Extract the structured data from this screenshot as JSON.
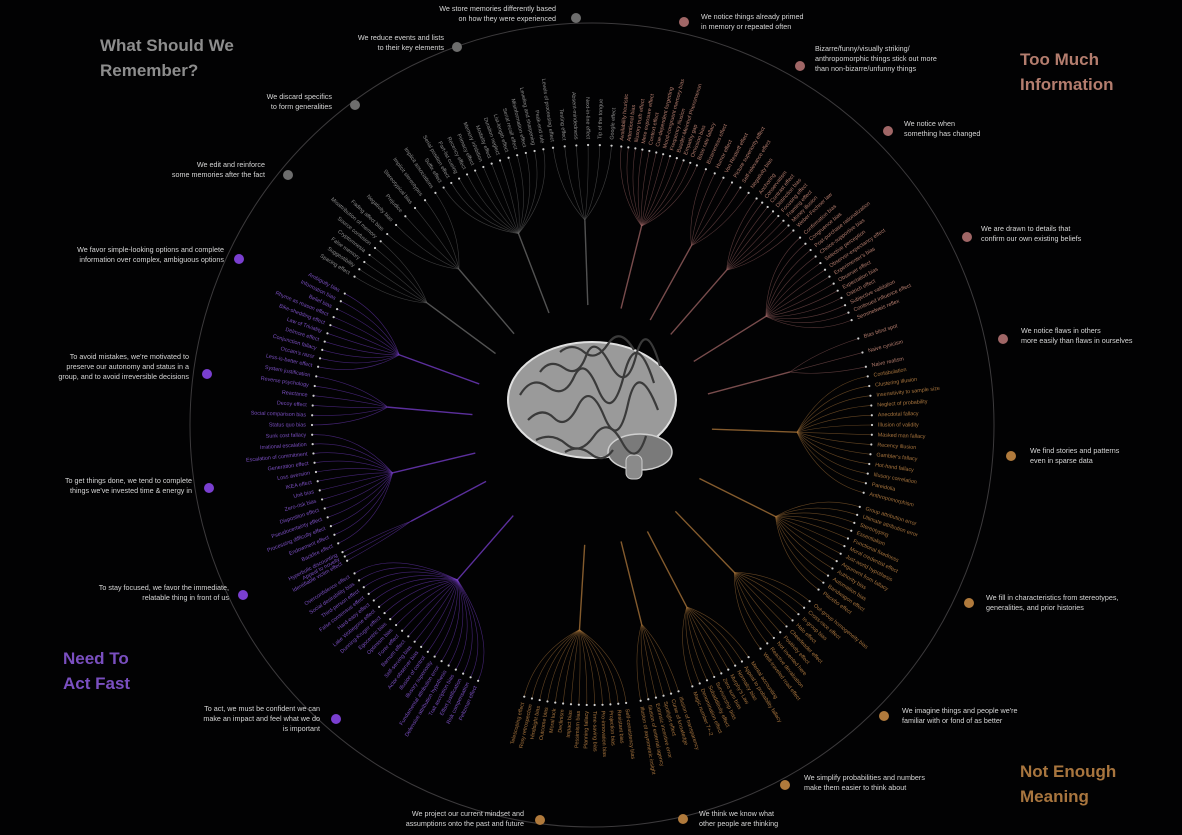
{
  "quadrants": {
    "remember": {
      "title": "What Should We\nRemember?",
      "color": "#6d6d6d",
      "text_color": "#8d8d8d"
    },
    "too_much": {
      "title": "Too Much\nInformation",
      "color": "#a06666",
      "text_color": "#b47d6e"
    },
    "act_fast": {
      "title": "Need To\nAct Fast",
      "color": "#7a3fd0",
      "text_color": "#7a4fc0"
    },
    "meaning": {
      "title": "Not Enough\nMeaning",
      "color": "#b07a3c",
      "text_color": "#a8753e"
    }
  },
  "annotations": [
    {
      "id": "store-memories",
      "group": "remember",
      "text": "We store memories differently based\non how they were experienced"
    },
    {
      "id": "reduce-events",
      "group": "remember",
      "text": "We reduce events and lists\nto their key elements"
    },
    {
      "id": "discard-specifics",
      "group": "remember",
      "text": "We discard specifics\nto form generalities"
    },
    {
      "id": "edit-memories",
      "group": "remember",
      "text": "We edit and reinforce\nsome memories after the fact"
    },
    {
      "id": "primed",
      "group": "too_much",
      "text": "We notice things already primed\nin memory or repeated often"
    },
    {
      "id": "bizarre",
      "group": "too_much",
      "text": "Bizarre/funny/visually striking/\nanthropomorphic things stick out more\nthan non-bizarre/unfunny things"
    },
    {
      "id": "changed",
      "group": "too_much",
      "text": "We notice when\nsomething has changed"
    },
    {
      "id": "confirm-beliefs",
      "group": "too_much",
      "text": "We are drawn to details that\nconfirm our own existing beliefs"
    },
    {
      "id": "flaws",
      "group": "too_much",
      "text": "We notice flaws in others\nmore easily than flaws in ourselves"
    },
    {
      "id": "stories",
      "group": "meaning",
      "text": "We find stories and patterns\neven in sparse data"
    },
    {
      "id": "stereotypes",
      "group": "meaning",
      "text": "We fill in characteristics from stereotypes,\ngeneralities, and prior histories"
    },
    {
      "id": "familiar",
      "group": "meaning",
      "text": "We imagine things and people we're\nfamiliar with or fond of as better"
    },
    {
      "id": "probabilities",
      "group": "meaning",
      "text": "We simplify probabilities and numbers\nmake them easier to think about"
    },
    {
      "id": "others-thinking",
      "group": "meaning",
      "text": "We think we know what\nother people are thinking"
    },
    {
      "id": "project-mindset",
      "group": "meaning",
      "text": "We project our current mindset and\nassumptions onto the past and future"
    },
    {
      "id": "simple-options",
      "group": "act_fast",
      "text": "We favor simple-looking options and complete\ninformation over complex, ambiguous options"
    },
    {
      "id": "avoid-mistakes",
      "group": "act_fast",
      "text": "To avoid mistakes, we're motivated to\npreserve our autonomy and status in a\ngroup, and to avoid irreversible decisions"
    },
    {
      "id": "get-things-done",
      "group": "act_fast",
      "text": "To get things done, we tend to complete\nthings we've invested time & energy in"
    },
    {
      "id": "stay-focused",
      "group": "act_fast",
      "text": "To stay focused, we favor the immediate,\nrelatable thing in front of us"
    },
    {
      "id": "be-confident",
      "group": "act_fast",
      "text": "To act, we must be confident we can\nmake an impact and feel what we do\nis important"
    }
  ],
  "bias_labels": {
    "store-memories": [
      "Levels of processing effect",
      "Testing effect",
      "Absent-mindedness",
      "Next-in-line effect",
      "Tip of the tongue",
      "Google effect"
    ],
    "reduce-events": [
      "Suffix effect",
      "Serial position effect",
      "Part-list cueing",
      "Recency effect",
      "Primacy effect",
      "Memory inhibition",
      "Modality effect",
      "Duration neglect",
      "List-length effect",
      "Serial recall effect",
      "Misinformation effect",
      "Leveling and sharpening",
      "Peak-end rule"
    ],
    "discard-specifics": [
      "Fading affect bias",
      "Negativity bias",
      "Prejudice",
      "Stereotypical bias",
      "Implicit stereotypes",
      "Implicit associations"
    ],
    "edit-memories": [
      "Spacing effect",
      "Suggestibility",
      "False memory",
      "Cryptomnesia",
      "Source confusion",
      "Misattribution of memory"
    ],
    "primed": [
      "Availability heuristic",
      "Attentional bias",
      "Illusory truth effect",
      "Mere exposure effect",
      "Context effect",
      "Cue-dependent forgetting",
      "Mood-congruent memory bias",
      "Frequency illusion",
      "Baader-Meinhof Phenomenon",
      "Empathy gap",
      "Omission bias",
      "Base rate fallacy"
    ],
    "bizarre": [
      "Bizarreness effect",
      "Humor effect",
      "Von Restorff effect",
      "Picture superiority effect",
      "Self-relevance effect",
      "Negativity bias"
    ],
    "changed": [
      "Anchoring",
      "Conservatism",
      "Contrast effect",
      "Distinction bias",
      "Focusing effect",
      "Framing effect",
      "Money illusion",
      "Weber-Fechner law"
    ],
    "confirm-beliefs": [
      "Confirmation bias",
      "Congruence bias",
      "Post-purchase rationalization",
      "Choice-supportive bias",
      "Selective perception",
      "Observer-expectancy effect",
      "Experimenter's bias",
      "Observer effect",
      "Expectation bias",
      "Ostrich effect",
      "Subjective validation",
      "Continued influence effect",
      "Semmelweis reflex"
    ],
    "flaws": [
      "Bias blind spot",
      "Naive cynicism",
      "Naive realism"
    ],
    "stories": [
      "Confabulation",
      "Clustering illusion",
      "Insensitivity to sample size",
      "Neglect of probability",
      "Anecdotal fallacy",
      "Illusion of validity",
      "Masked man fallacy",
      "Recency illusion",
      "Gambler's fallacy",
      "Hot-hand fallacy",
      "Illusory correlation",
      "Pareidolia",
      "Anthropomorphism"
    ],
    "stereotypes": [
      "Group attribution error",
      "Ultimate attribution error",
      "Stereotyping",
      "Essentialism",
      "Functional fixedness",
      "Moral credential effect",
      "Just-world hypothesis",
      "Argument from fallacy",
      "Authority bias",
      "Automation bias",
      "Bandwagon effect",
      "Placebo effect"
    ],
    "familiar": [
      "Out-group homogeneity bias",
      "Cross-race effect",
      "In-group bias",
      "Halo effect",
      "Cheerleader effect",
      "Positivity effect",
      "Not invented here",
      "Reactive devaluation",
      "Well-traveled road effect"
    ],
    "probabilities": [
      "Mental accounting",
      "Appeal to probability fallacy",
      "Normalcy bias",
      "Murphy's Law",
      "Zero sum bias",
      "Survivorship bias",
      "Subadditivity effect",
      "Denomination effect",
      "Magic number 7+-2"
    ],
    "others-thinking": [
      "Illusion of transparency",
      "Curse of knowledge",
      "Spotlight effect",
      "Extrinsic incentive error",
      "Illusion of external agency",
      "Illusion of asymmetric insight"
    ],
    "project-mindset": [
      "Self-consistency bias",
      "Resistant bias",
      "Projection bias",
      "Pro-innovation bias",
      "Time-saving bias",
      "Planning fallacy",
      "Pessimism bias",
      "Impact bias",
      "Declinism",
      "Moral luck",
      "Outcome bias",
      "Hindsight bias",
      "Rosy retrospection",
      "Telescoping effect"
    ],
    "simple-options": [
      "Less-is-better effect",
      "Occam's razor",
      "Conjunction fallacy",
      "Delmore effect",
      "Law of Triviality",
      "Bike-shedding effect",
      "Rhyme as reason effect",
      "Belief bias",
      "Information bias",
      "Ambiguity bias"
    ],
    "avoid-mistakes": [
      "Status quo bias",
      "Social comparison bias",
      "Decoy effect",
      "Reactance",
      "Reverse psychology",
      "System justification"
    ],
    "get-things-done": [
      "Backfire effect",
      "Endowment effect",
      "Processing difficulty effect",
      "Pseudocertainty effect",
      "Disposition effect",
      "Zero-risk bias",
      "Unit bias",
      "IKEA effect",
      "Loss aversion",
      "Generation effect",
      "Escalation of commitment",
      "Irrational escalation",
      "Sunk cost fallacy"
    ],
    "stay-focused": [
      "Identifiable victim effect",
      "Appeal to novelty",
      "Hyperbolic discounting"
    ],
    "be-confident": [
      "Peltzman effect",
      "Risk compensation",
      "Effort justification",
      "Trait ascription bias",
      "Defensive attribution hypothesis",
      "Fundamental attribution error",
      "Illusory superiority",
      "Illusion of control",
      "Actor-observer bias",
      "Self-serving bias",
      "Barnum effect",
      "Forer effect",
      "Optimism bias",
      "Egocentric bias",
      "Dunning-Kruger effect",
      "Lake Wobegone effect",
      "Hard-easy effect",
      "False consensus effect",
      "Third-person effect",
      "Social desirability bias",
      "Overconfidence effect"
    ]
  }
}
